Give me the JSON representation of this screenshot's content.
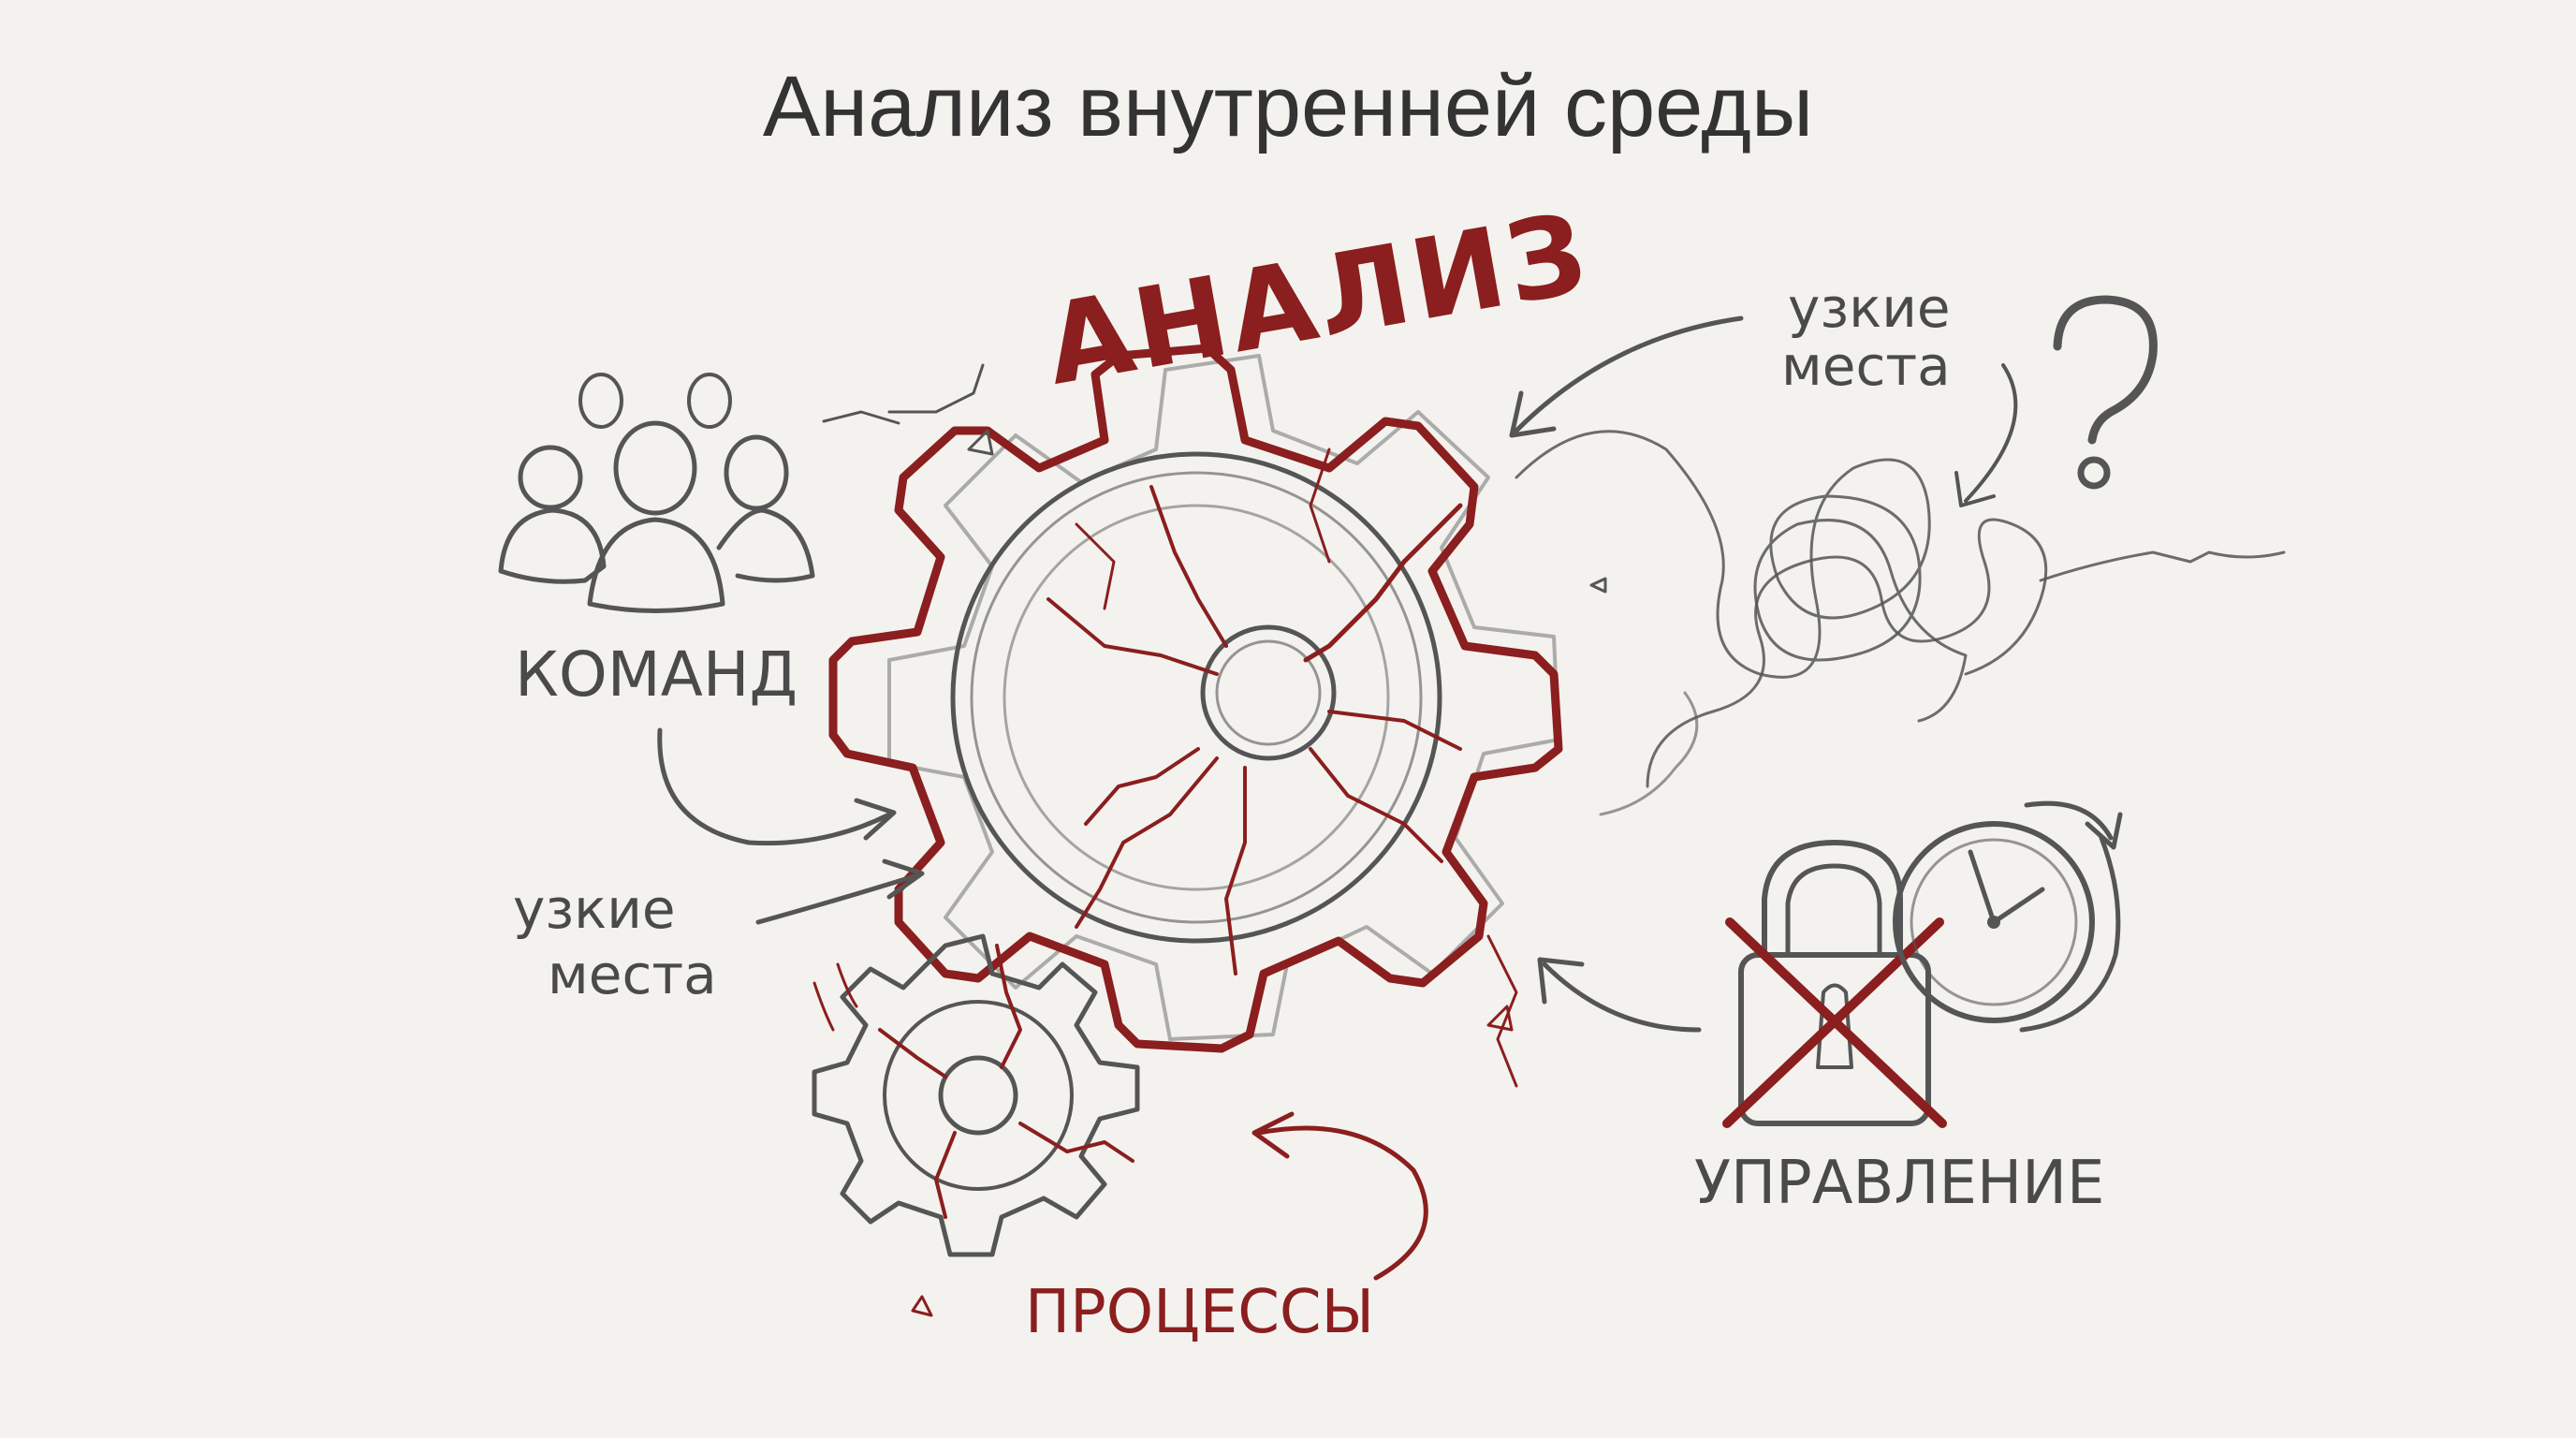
{
  "title": "Анализ внутренней среды",
  "center_gear": {
    "label": "АНАЛИЗ"
  },
  "left": {
    "team_icon": "team-people-icon",
    "team_label": "КОМАНД",
    "bottleneck_label_line1": "узкие",
    "bottleneck_label_line2": "места"
  },
  "top_right": {
    "bottleneck_label_line1": "узкие",
    "bottleneck_label_line2": "места",
    "question_icon": "question-mark-icon",
    "tangle_icon": "tangled-threads-icon"
  },
  "bottom_left": {
    "gear_icon": "small-cracked-gear-icon",
    "processes_label": "ПРОЦЕССЫ"
  },
  "bottom_right": {
    "lock_icon": "padlock-crossed-icon",
    "clock_icon": "clock-cycle-icon",
    "management_label": "УПРАВЛЕНИЕ"
  },
  "colors": {
    "background": "#f3f2ee",
    "pencil": "#555555",
    "accent_red": "#8b1e1e",
    "title": "#333333"
  }
}
